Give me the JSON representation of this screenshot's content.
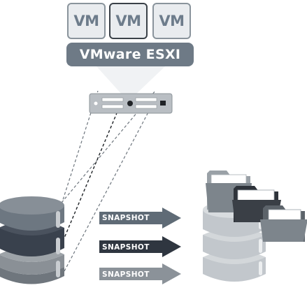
{
  "vms": [
    {
      "label": "VM",
      "active": false
    },
    {
      "label": "VM",
      "active": true
    },
    {
      "label": "VM",
      "active": false
    }
  ],
  "hypervisor": {
    "label": "VMware ESXI"
  },
  "snapshots": [
    {
      "label": "SNAPSHOT",
      "color": "#5f6b76"
    },
    {
      "label": "SNAPSHOT",
      "color": "#2f3640"
    },
    {
      "label": "SNAPSHOT",
      "color": "#8b9299"
    }
  ],
  "colors": {
    "disk_top": "#6d7781",
    "disk_middle": "#39414d",
    "disk_bottom": "#8a9096",
    "backup_disk": "#c2c7cc",
    "folder_dark": "#3a3f46",
    "folder_gray": "#7d858c"
  }
}
